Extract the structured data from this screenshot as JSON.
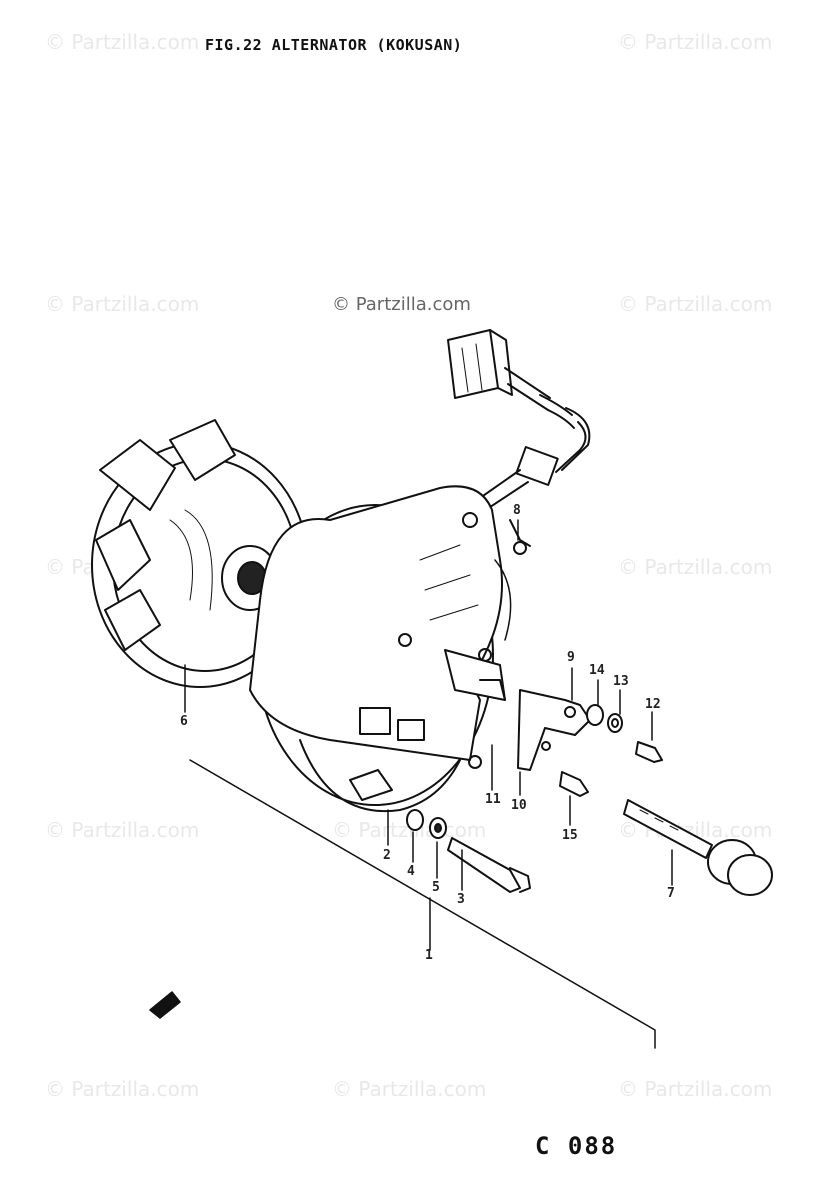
{
  "header": {
    "title": "FIG.22  ALTERNATOR (KOKUSAN)"
  },
  "watermark": {
    "text": "© Partzilla.com"
  },
  "footer": {
    "code": "C  088"
  },
  "callouts": [
    "1",
    "2",
    "3",
    "4",
    "5",
    "6",
    "7",
    "8",
    "9",
    "10",
    "11",
    "12",
    "13",
    "14",
    "15"
  ],
  "colors": {
    "ink": "#111111",
    "watermark": "#e8e8e8"
  }
}
